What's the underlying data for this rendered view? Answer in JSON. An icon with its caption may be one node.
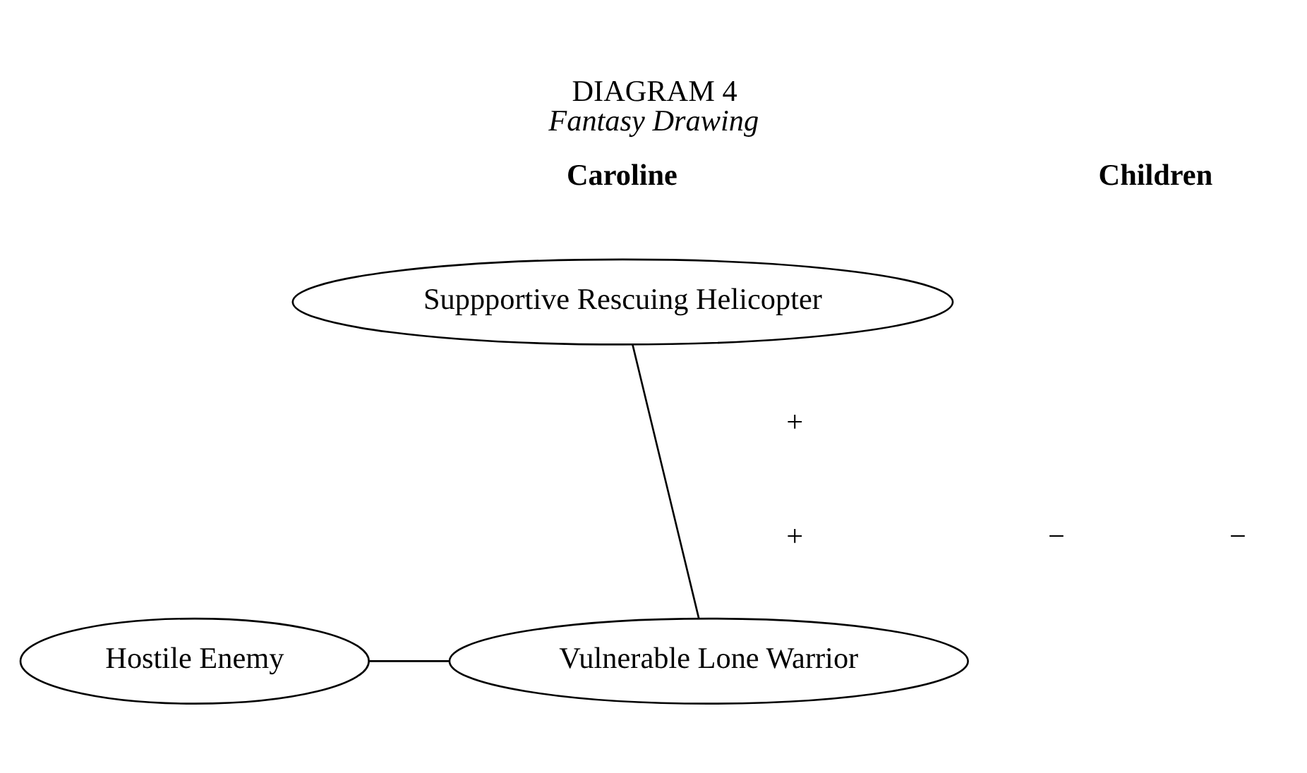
{
  "diagram": {
    "title": "DIAGRAM 4",
    "caption": "Fantasy Drawing",
    "nodes": [
      {
        "text": [
          "Suppportive Rescuing Helicopter"
        ]
      },
      {
        "text": [
          "Vulnerable Lone Warrior"
        ]
      },
      {
        "text": [
          "Hostile Enemy"
        ]
      }
    ],
    "edges": [
      {
        "from": 0,
        "to": 1,
        "arrow": "none"
      },
      {
        "from": 1,
        "to": 2,
        "arrow": "none"
      }
    ],
    "labels": [
      "Caroline",
      "Children",
      "+",
      "+",
      "−",
      "−"
    ]
  }
}
